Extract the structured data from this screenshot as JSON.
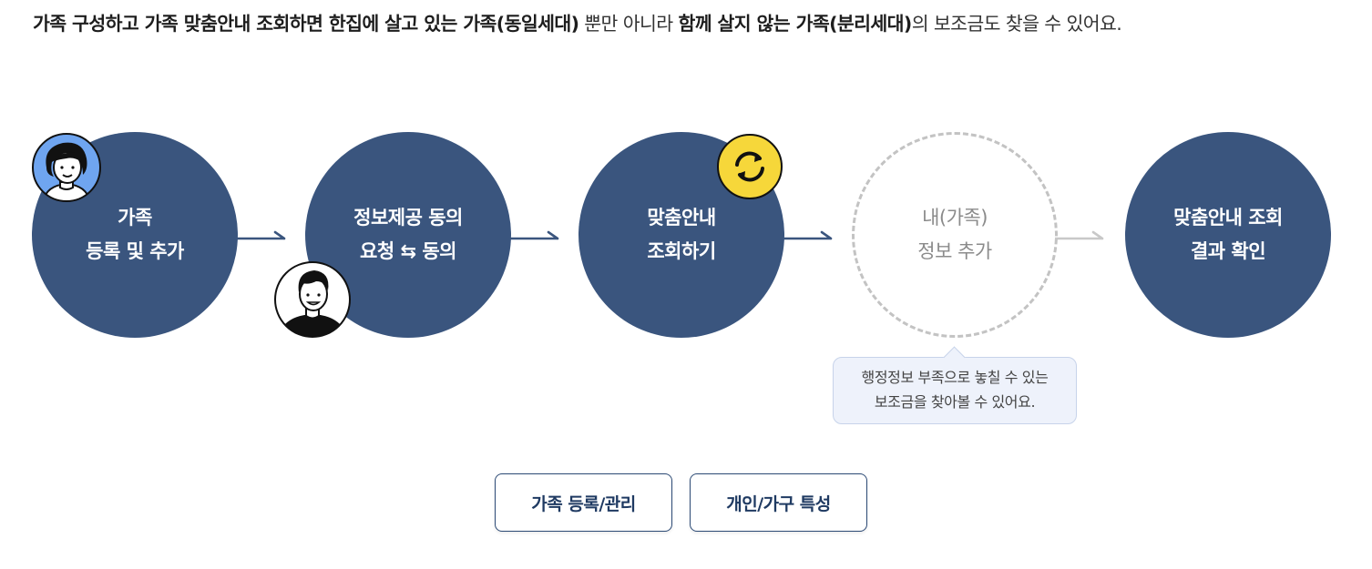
{
  "headline": {
    "part1": "가족 구성하고 가족 맞춤안내 조회하면 한집에 살고 있는 가족(동일세대)",
    "part2": " 뿐만 아니라 ",
    "part3": "함께 살지 않는 가족(분리세대)",
    "part4": "의 보조금도 찾을 수 있어요."
  },
  "steps": [
    {
      "line1": "가족",
      "line2": "등록 및 추가"
    },
    {
      "line1": "정보제공 동의",
      "line2": "요청 ⇆ 동의"
    },
    {
      "line1": "맞춤안내",
      "line2": "조회하기"
    },
    {
      "line1": "내(가족)",
      "line2": "정보 추가"
    },
    {
      "line1": "맞춤안내 조회",
      "line2": "결과 확인"
    }
  ],
  "tooltip": {
    "line1": "행정정보 부족으로 놓칠 수 있는",
    "line2": "보조금을 찾아볼 수 있어요."
  },
  "buttons": {
    "family_manage": "가족 등록/관리",
    "personal_traits": "개인/가구 특성"
  },
  "icons": {
    "avatar_woman": "avatar-woman-icon",
    "avatar_man": "avatar-man-icon",
    "refresh": "refresh-icon",
    "arrow": "arrow-right-icon"
  },
  "colors": {
    "step_fill": "#3a557e",
    "dashed_border": "#c3c3c3",
    "arrow_active": "#3a557e",
    "arrow_inactive": "#c8c8c8",
    "refresh_badge": "#f6d73a",
    "avatar_blue": "#6fa5f0",
    "tooltip_bg": "#eef2fb"
  }
}
